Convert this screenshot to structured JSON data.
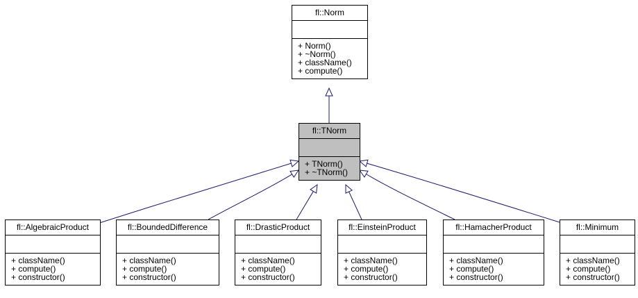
{
  "diagram": {
    "classes": [
      {
        "id": "norm",
        "name": "fl::Norm",
        "attributes": [],
        "methods": [
          "+ Norm()",
          "+ ~Norm()",
          "+ className()",
          "+ compute()"
        ],
        "highlighted": false
      },
      {
        "id": "tnorm",
        "name": "fl::TNorm",
        "attributes": [],
        "methods": [
          "+ TNorm()",
          "+ ~TNorm()"
        ],
        "highlighted": true
      },
      {
        "id": "algebraic",
        "name": "fl::AlgebraicProduct",
        "attributes": [],
        "methods": [
          "+ className()",
          "+ compute()",
          "+ constructor()"
        ],
        "highlighted": false
      },
      {
        "id": "bounded",
        "name": "fl::BoundedDifference",
        "attributes": [],
        "methods": [
          "+ className()",
          "+ compute()",
          "+ constructor()"
        ],
        "highlighted": false
      },
      {
        "id": "drastic",
        "name": "fl::DrasticProduct",
        "attributes": [],
        "methods": [
          "+ className()",
          "+ compute()",
          "+ constructor()"
        ],
        "highlighted": false
      },
      {
        "id": "einstein",
        "name": "fl::EinsteinProduct",
        "attributes": [],
        "methods": [
          "+ className()",
          "+ compute()",
          "+ constructor()"
        ],
        "highlighted": false
      },
      {
        "id": "hamacher",
        "name": "fl::HamacherProduct",
        "attributes": [],
        "methods": [
          "+ className()",
          "+ compute()",
          "+ constructor()"
        ],
        "highlighted": false
      },
      {
        "id": "minimum",
        "name": "fl::Minimum",
        "attributes": [],
        "methods": [
          "+ className()",
          "+ compute()",
          "+ constructor()"
        ],
        "highlighted": false
      }
    ],
    "inheritance": [
      {
        "child": "tnorm",
        "parent": "norm"
      },
      {
        "child": "algebraic",
        "parent": "tnorm"
      },
      {
        "child": "bounded",
        "parent": "tnorm"
      },
      {
        "child": "drastic",
        "parent": "tnorm"
      },
      {
        "child": "einstein",
        "parent": "tnorm"
      },
      {
        "child": "hamacher",
        "parent": "tnorm"
      },
      {
        "child": "minimum",
        "parent": "tnorm"
      }
    ],
    "colors": {
      "edge": "#191970",
      "highlight_fill": "#bfbfbf",
      "box_fill": "#ffffff",
      "border": "#000000"
    }
  }
}
